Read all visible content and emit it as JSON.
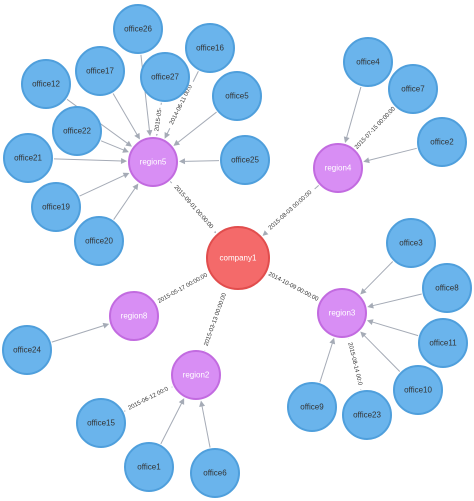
{
  "colors": {
    "company": "#f46a6a",
    "company_stroke": "#e14d4d",
    "region": "#d88ef4",
    "region_stroke": "#c26be0",
    "office": "#6ab4ec",
    "office_stroke": "#4f9fdc",
    "edge": "#a5abb6"
  },
  "nodes": [
    {
      "id": "company1",
      "label": "company1",
      "type": "company"
    },
    {
      "id": "region5",
      "label": "region5",
      "type": "region"
    },
    {
      "id": "region4",
      "label": "region4",
      "type": "region"
    },
    {
      "id": "region3",
      "label": "region3",
      "type": "region"
    },
    {
      "id": "region8",
      "label": "region8",
      "type": "region"
    },
    {
      "id": "region2",
      "label": "region2",
      "type": "region"
    },
    {
      "id": "office26",
      "label": "office26",
      "type": "office"
    },
    {
      "id": "office16",
      "label": "office16",
      "type": "office"
    },
    {
      "id": "office17",
      "label": "office17",
      "type": "office"
    },
    {
      "id": "office27",
      "label": "office27",
      "type": "office"
    },
    {
      "id": "office12",
      "label": "office12",
      "type": "office"
    },
    {
      "id": "office5",
      "label": "office5",
      "type": "office"
    },
    {
      "id": "office22",
      "label": "office22",
      "type": "office"
    },
    {
      "id": "office21",
      "label": "office21",
      "type": "office"
    },
    {
      "id": "office25",
      "label": "office25",
      "type": "office"
    },
    {
      "id": "office19",
      "label": "office19",
      "type": "office"
    },
    {
      "id": "office20",
      "label": "office20",
      "type": "office"
    },
    {
      "id": "office4",
      "label": "office4",
      "type": "office"
    },
    {
      "id": "office7",
      "label": "office7",
      "type": "office"
    },
    {
      "id": "office2",
      "label": "office2",
      "type": "office"
    },
    {
      "id": "office3",
      "label": "office3",
      "type": "office"
    },
    {
      "id": "office8",
      "label": "office8",
      "type": "office"
    },
    {
      "id": "office11",
      "label": "office11",
      "type": "office"
    },
    {
      "id": "office10",
      "label": "office10",
      "type": "office"
    },
    {
      "id": "office9",
      "label": "office9",
      "type": "office"
    },
    {
      "id": "office23",
      "label": "office23",
      "type": "office"
    },
    {
      "id": "office24",
      "label": "office24",
      "type": "office"
    },
    {
      "id": "office15",
      "label": "office15",
      "type": "office"
    },
    {
      "id": "office1",
      "label": "office1",
      "type": "office"
    },
    {
      "id": "office6",
      "label": "office6",
      "type": "office"
    }
  ],
  "edges": [
    {
      "from": "region5",
      "to": "company1",
      "label": "2015-09-01 00:00:00"
    },
    {
      "from": "region4",
      "to": "company1",
      "label": "2015-08-03 00:00:00"
    },
    {
      "from": "region3",
      "to": "company1",
      "label": "2014-10-09 00:00:00"
    },
    {
      "from": "region8",
      "to": "company1",
      "label": "2015-05-17 00:00:00"
    },
    {
      "from": "region2",
      "to": "company1",
      "label": "2015-03-13 00:00:00"
    },
    {
      "from": "office26",
      "to": "region5",
      "label": ""
    },
    {
      "from": "office16",
      "to": "region5",
      "label": "2014-06-11 00:0"
    },
    {
      "from": "office17",
      "to": "region5",
      "label": ""
    },
    {
      "from": "office27",
      "to": "region5",
      "label": "2015-05-"
    },
    {
      "from": "office12",
      "to": "region5",
      "label": ""
    },
    {
      "from": "office5",
      "to": "region5",
      "label": ""
    },
    {
      "from": "office22",
      "to": "region5",
      "label": ""
    },
    {
      "from": "office21",
      "to": "region5",
      "label": ""
    },
    {
      "from": "office25",
      "to": "region5",
      "label": ""
    },
    {
      "from": "office19",
      "to": "region5",
      "label": ""
    },
    {
      "from": "office20",
      "to": "region5",
      "label": ""
    },
    {
      "from": "office4",
      "to": "region4",
      "label": ""
    },
    {
      "from": "office7",
      "to": "region4",
      "label": "2015-07-15 00:00:00"
    },
    {
      "from": "office2",
      "to": "region4",
      "label": ""
    },
    {
      "from": "office3",
      "to": "region3",
      "label": ""
    },
    {
      "from": "office8",
      "to": "region3",
      "label": ""
    },
    {
      "from": "office11",
      "to": "region3",
      "label": ""
    },
    {
      "from": "office10",
      "to": "region3",
      "label": ""
    },
    {
      "from": "office9",
      "to": "region3",
      "label": ""
    },
    {
      "from": "office23",
      "to": "region3",
      "label": "2015-08-14 00:0"
    },
    {
      "from": "office24",
      "to": "region8",
      "label": ""
    },
    {
      "from": "office15",
      "to": "region2",
      "label": "2015-06-12 00:0"
    },
    {
      "from": "office1",
      "to": "region2",
      "label": ""
    },
    {
      "from": "office6",
      "to": "region2",
      "label": ""
    }
  ]
}
